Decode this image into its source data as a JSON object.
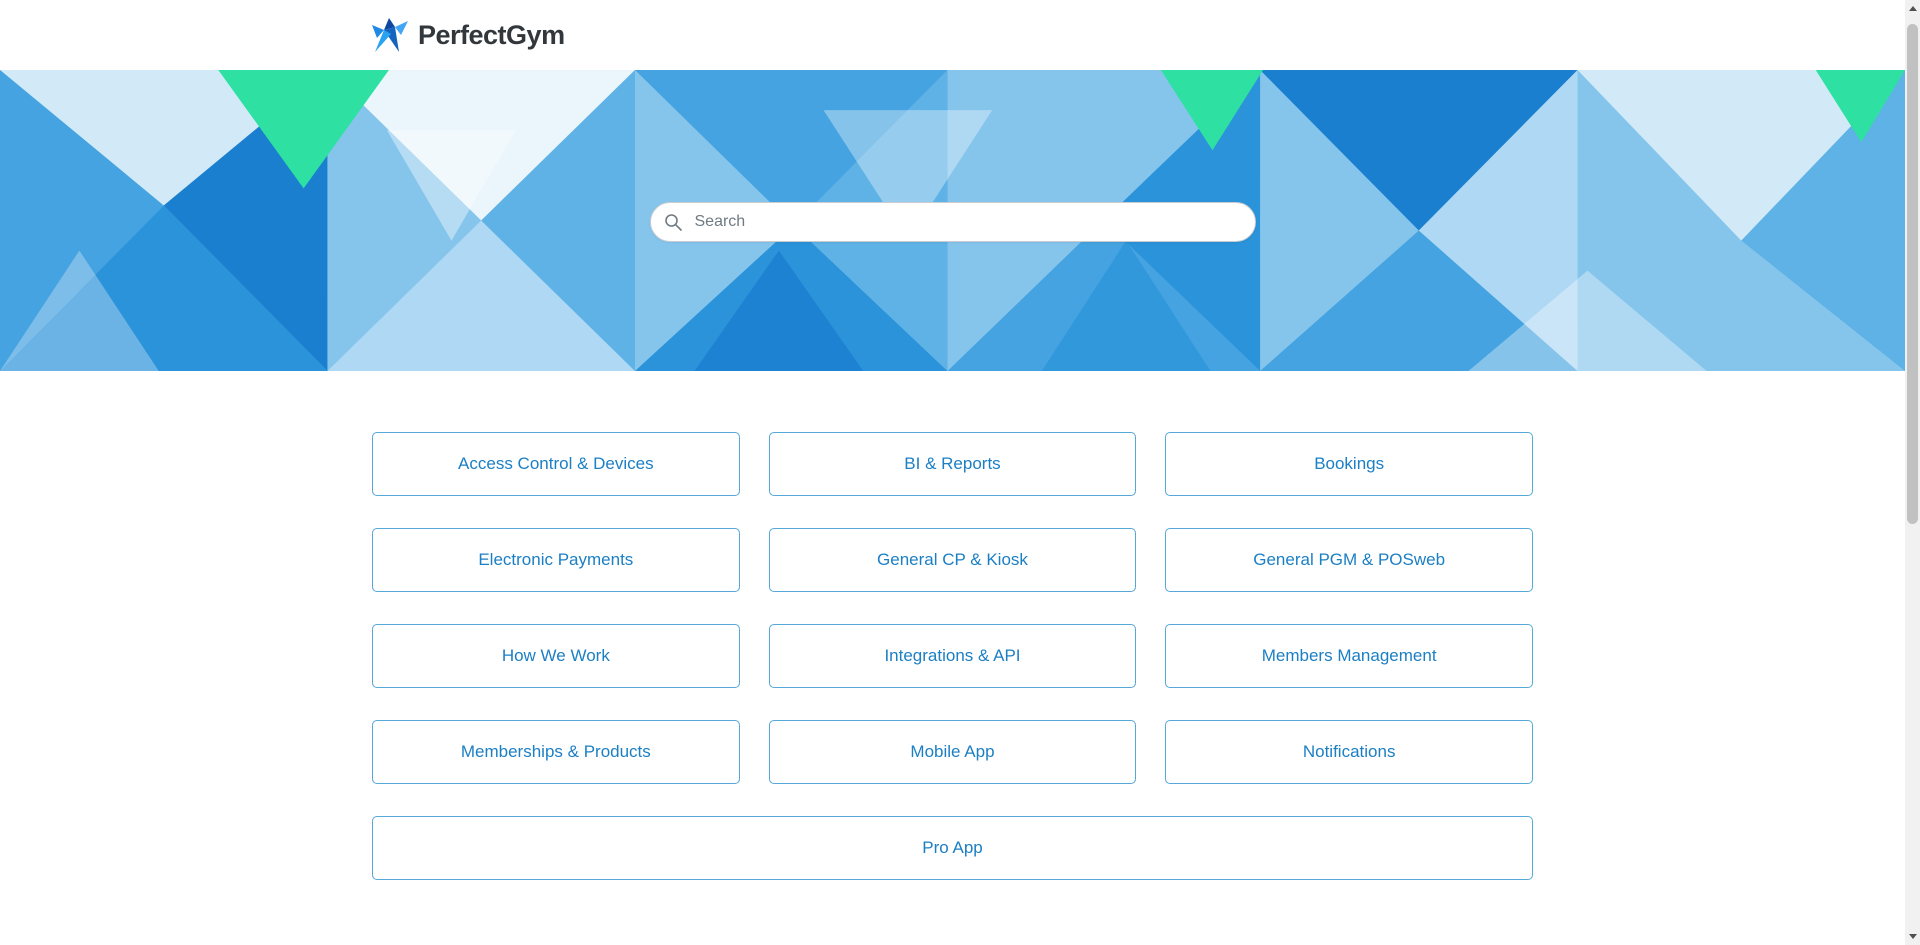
{
  "header": {
    "brand": "PerfectGym"
  },
  "banner": {
    "search_placeholder": "Search"
  },
  "categories": [
    {
      "label": "Access Control & Devices"
    },
    {
      "label": "BI & Reports"
    },
    {
      "label": "Bookings"
    },
    {
      "label": "Electronic Payments"
    },
    {
      "label": "General CP & Kiosk"
    },
    {
      "label": "General PGM & POSweb"
    },
    {
      "label": "How We Work"
    },
    {
      "label": "Integrations & API"
    },
    {
      "label": "Members Management"
    },
    {
      "label": "Memberships & Products"
    },
    {
      "label": "Mobile App"
    },
    {
      "label": "Notifications"
    },
    {
      "label": "Pro App"
    }
  ],
  "colors": {
    "accent_blue": "#1b7fc4",
    "button_border": "#55a8d8",
    "green_accent": "#2ee0a2"
  }
}
